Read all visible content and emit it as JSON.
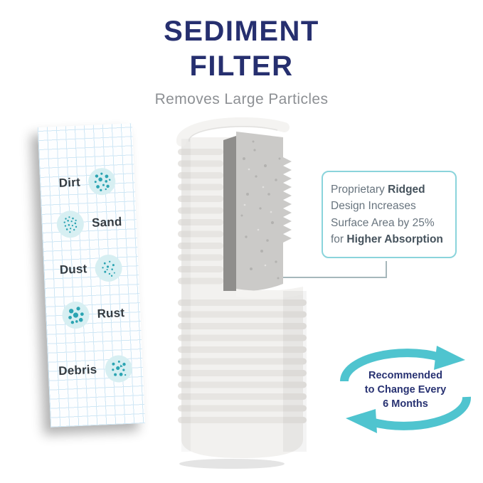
{
  "title": {
    "line1": "SEDIMENT",
    "line2": "FILTER",
    "subtitle": "Removes Large Particles"
  },
  "particles": {
    "items": [
      {
        "label": "Dirt",
        "icon": "dirt-particles-icon"
      },
      {
        "label": "Sand",
        "icon": "sand-particles-icon"
      },
      {
        "label": "Dust",
        "icon": "dust-particles-icon"
      },
      {
        "label": "Rust",
        "icon": "rust-particles-icon"
      },
      {
        "label": "Debris",
        "icon": "debris-particles-icon"
      }
    ]
  },
  "callout": {
    "line1": {
      "pre": "Proprietary ",
      "bold": "Ridged"
    },
    "line2": "Design Increases",
    "line3": "Surface Area by 25%",
    "line4": {
      "pre": "for ",
      "bold": "Higher Absorption"
    }
  },
  "recommendation": {
    "line1": "Recommended",
    "line2": "to Change Every",
    "line3": "6 Months"
  },
  "colors": {
    "navy": "#262f6f",
    "teal": "#4fc4cf",
    "teal_dot": "#2ba4b2",
    "teal_light": "#d7eff2",
    "callout_border": "#8ad4db",
    "subtitle_gray": "#8d9094",
    "label_text": "#343b41"
  }
}
